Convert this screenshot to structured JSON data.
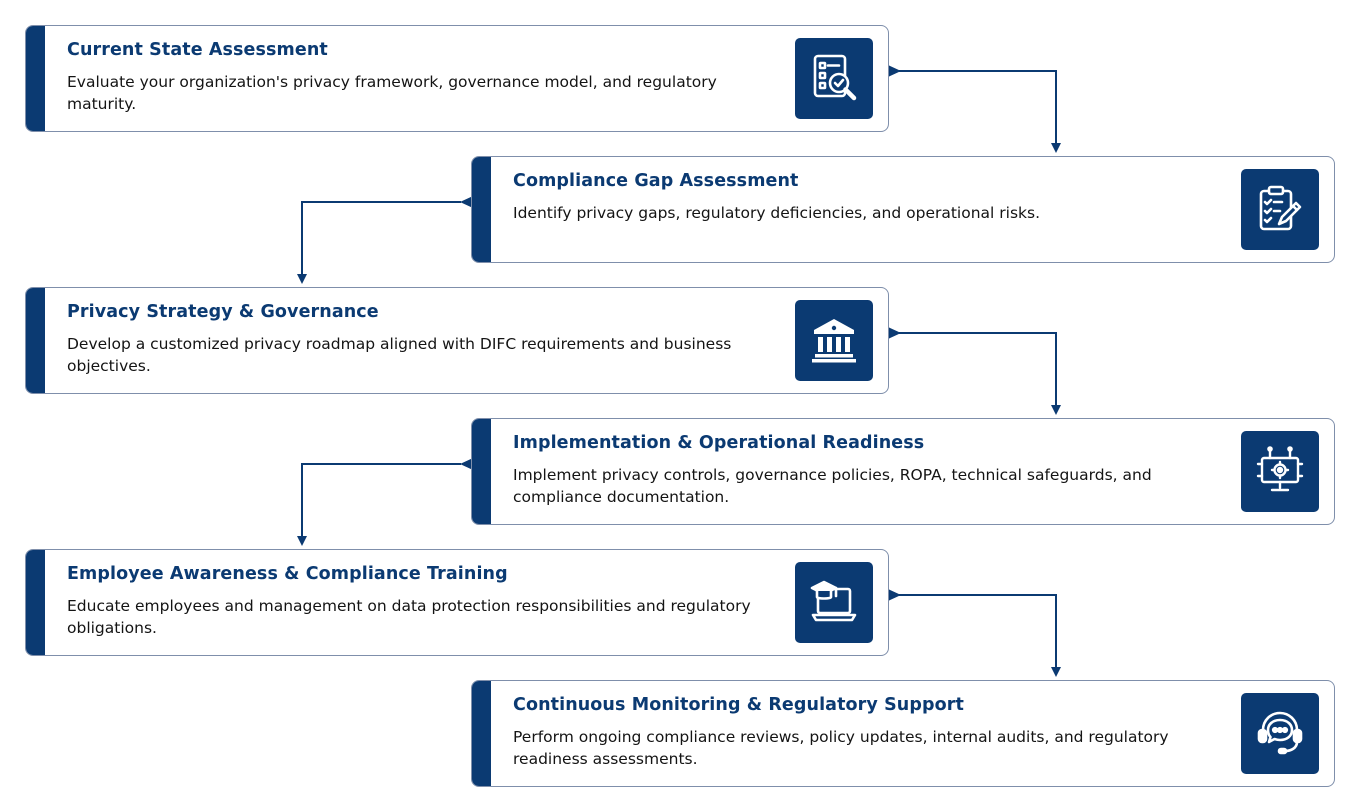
{
  "steps": [
    {
      "title": "Current State Assessment",
      "description": "Evaluate your organization's privacy framework, governance model, and regulatory maturity.",
      "icon": "assessment-magnifier-icon"
    },
    {
      "title": "Compliance Gap Assessment",
      "description": "Identify privacy gaps, regulatory deficiencies, and operational risks.",
      "icon": "clipboard-checklist-icon"
    },
    {
      "title": "Privacy Strategy & Governance",
      "description": "Develop a customized privacy roadmap aligned with DIFC requirements and business objectives.",
      "icon": "government-building-icon"
    },
    {
      "title": "Implementation & Operational Readiness",
      "description": "Implement privacy controls, governance policies, ROPA, technical safeguards, and compliance documentation.",
      "icon": "monitor-gear-icon"
    },
    {
      "title": "Employee Awareness & Compliance Training",
      "description": "Educate employees and management on data protection responsibilities and regulatory obligations.",
      "icon": "laptop-graduation-icon"
    },
    {
      "title": "Continuous Monitoring & Regulatory Support",
      "description": "Perform ongoing compliance reviews, policy updates, internal audits, and regulatory readiness assessments.",
      "icon": "support-headset-icon"
    }
  ],
  "colors": {
    "accent": "#0b3a72",
    "border": "#7f8fab",
    "text": "#141414"
  }
}
